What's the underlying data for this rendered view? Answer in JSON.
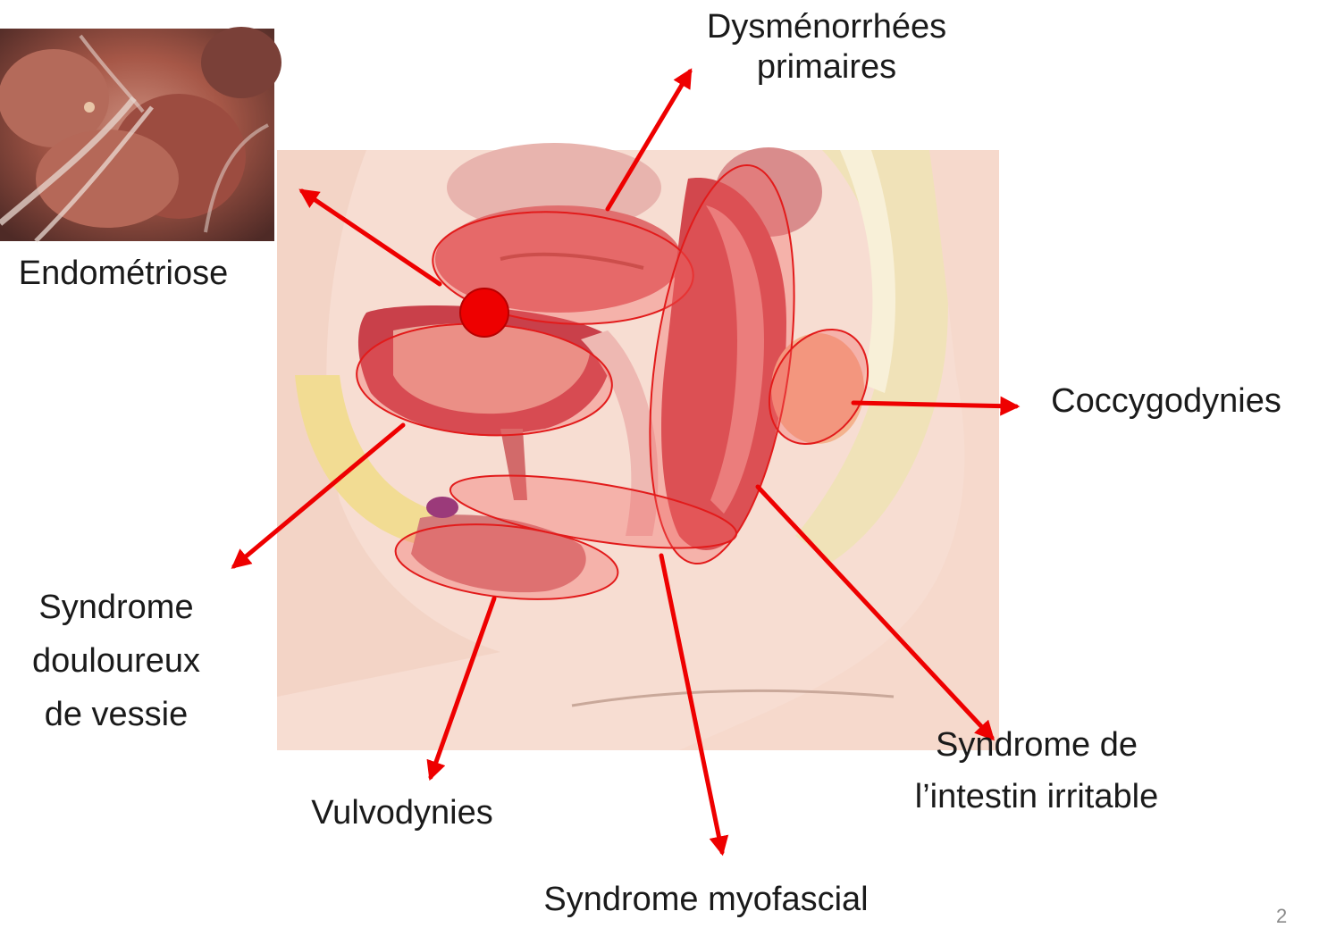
{
  "labels": {
    "dysmenorrhees": [
      "Dysménorrhées",
      "primaires"
    ],
    "endometriose": [
      "Endométriose"
    ],
    "coccygodynies": [
      "Coccygodynies"
    ],
    "vessie": [
      "Syndrome",
      "douloureux",
      "de vessie"
    ],
    "intestin": [
      "Syndrome de",
      "l’intestin irritable"
    ],
    "vulvodynies": [
      "Vulvodynies"
    ],
    "myofascial": [
      "Syndrome myofascial"
    ]
  },
  "page_number": "2",
  "colors": {
    "arrow": "#ee0000",
    "highlight_fill": "#f06060",
    "highlight_stroke": "#e21b1b"
  },
  "images": {
    "anatomy": "pelvis-sagittal-section-illustration",
    "photo": "laparoscopic-endometriosis-photo"
  }
}
